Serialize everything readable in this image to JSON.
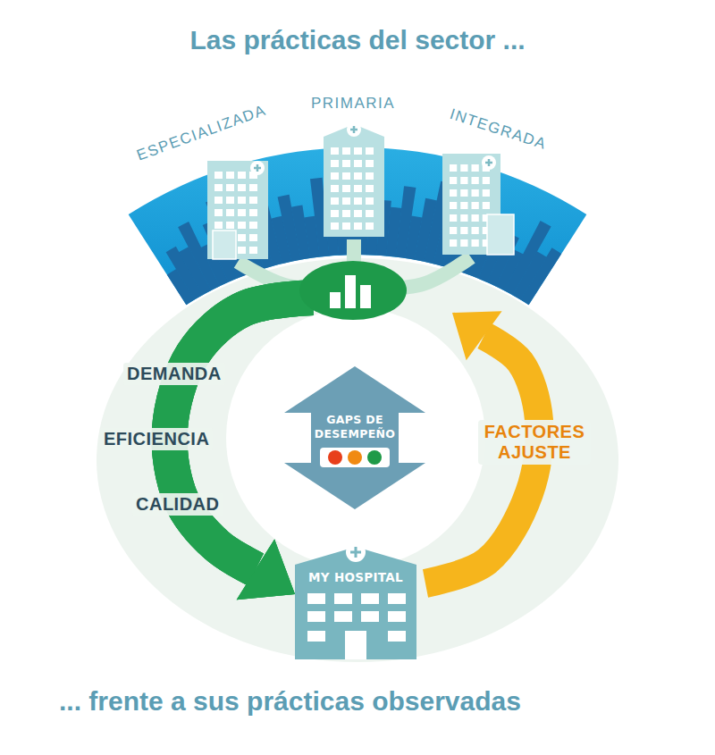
{
  "diagram": {
    "title": "Las prácticas del sector ...",
    "caption": "... frente a sus prácticas observadas",
    "nodes": [
      {
        "text": [
          "ESPECIALIZADA"
        ]
      },
      {
        "text": [
          "PRIMARIA"
        ]
      },
      {
        "text": [
          "INTEGRADA"
        ]
      },
      {
        "text": [
          "GAPS DE DESEMPEÑO"
        ]
      },
      {
        "text": [
          "MY HOSPITAL"
        ]
      }
    ],
    "edges": [
      {
        "from": 0,
        "to": 4,
        "arrow": "to"
      },
      {
        "from": 1,
        "to": 4,
        "arrow": "to"
      },
      {
        "from": 2,
        "to": 4,
        "arrow": "to"
      },
      {
        "from": 4,
        "to": 1,
        "arrow": "to",
        "label": "FACTORES AJUSTE"
      }
    ],
    "labels": [
      "DEMANDA",
      "EFICIENCIA",
      "CALIDAD"
    ]
  }
}
